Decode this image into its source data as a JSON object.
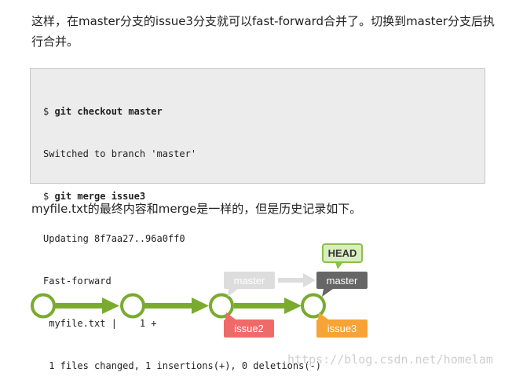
{
  "article": {
    "paragraph_1": "这样，在master分支的issue3分支就可以fast-forward合并了。切换到master分支后执行合并。",
    "paragraph_2": "myfile.txt的最终内容和merge是一样的，但是历史记录如下。"
  },
  "code_block": {
    "lines": [
      {
        "prompt": "$ ",
        "text": "git checkout master"
      },
      {
        "text": "Switched to branch 'master'"
      },
      {
        "prompt": "$ ",
        "text": "git merge issue3"
      },
      {
        "text": "Updating 8f7aa27..96a0ff0"
      },
      {
        "text": "Fast-forward"
      },
      {
        "text": " myfile.txt |    1 +"
      },
      {
        "text": " 1 files changed, 1 insertions(+), 0 deletions(-)"
      }
    ]
  },
  "diagram": {
    "labels": {
      "head": "HEAD",
      "master_old": "master",
      "master_new": "master",
      "issue2": "issue2",
      "issue3": "issue3"
    },
    "colors": {
      "commit_line": "#7aab2e",
      "head_fill": "#d9eec0",
      "head_border": "#8ac04b",
      "master_old": "#dddddd",
      "master_new": "#666666",
      "issue2": "#f06a6a",
      "issue3": "#f7a336"
    }
  },
  "watermark": "https://blog.csdn.net/homelam"
}
